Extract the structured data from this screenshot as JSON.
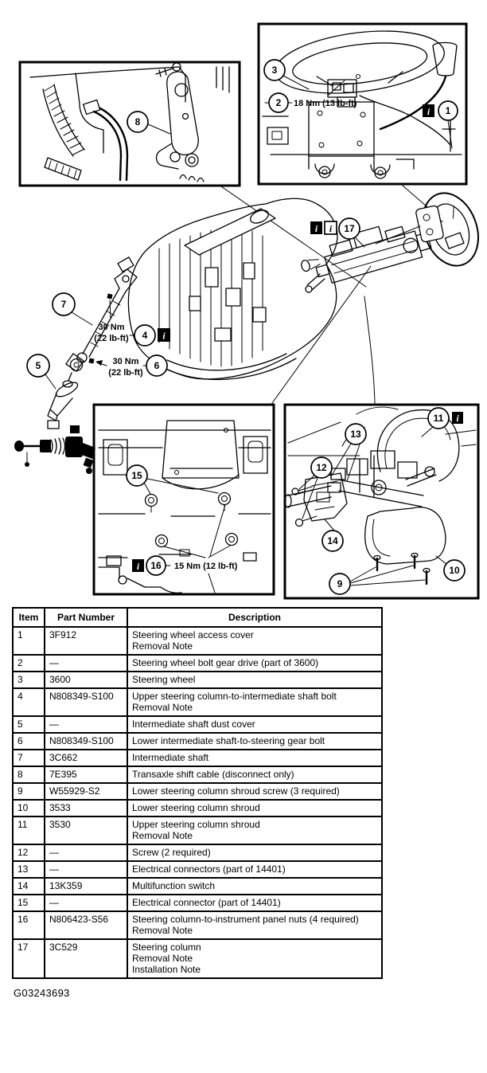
{
  "figure": {
    "footer_code": "G03243693",
    "info_icon_glyph": "i",
    "callouts": {
      "c1": "1",
      "c2": "2",
      "c3": "3",
      "c4": "4",
      "c5": "5",
      "c6": "6",
      "c7": "7",
      "c8": "8",
      "c9": "9",
      "c10": "10",
      "c11": "11",
      "c12": "12",
      "c13": "13",
      "c14": "14",
      "c15": "15",
      "c16": "16",
      "c17": "17"
    },
    "torques": {
      "wheel_bolt": "18 Nm (13 lb-ft)",
      "upper_int_l1": "30 Nm",
      "upper_int_l2": "(22 lb-ft)",
      "lower_int_l1": "30 Nm",
      "lower_int_l2": "(22 lb-ft)",
      "column_nuts": "15 Nm (12 lb-ft)"
    }
  },
  "table": {
    "headers": [
      "Item",
      "Part Number",
      "Description"
    ],
    "rows": [
      {
        "item": "1",
        "part": "3F912",
        "desc": [
          "Steering wheel access cover",
          "Removal Note"
        ]
      },
      {
        "item": "2",
        "part": "—",
        "desc": [
          "Steering wheel bolt gear drive (part of 3600)"
        ]
      },
      {
        "item": "3",
        "part": "3600",
        "desc": [
          "Steering wheel"
        ]
      },
      {
        "item": "4",
        "part": "N808349-S100",
        "desc": [
          "Upper steering column-to-intermediate shaft bolt",
          "Removal Note"
        ]
      },
      {
        "item": "5",
        "part": "—",
        "desc": [
          "Intermediate shaft dust cover"
        ]
      },
      {
        "item": "6",
        "part": "N808349-S100",
        "desc": [
          "Lower intermediate shaft-to-steering gear bolt"
        ]
      },
      {
        "item": "7",
        "part": "3C662",
        "desc": [
          "Intermediate shaft"
        ]
      },
      {
        "item": "8",
        "part": "7E395",
        "desc": [
          "Transaxle shift cable (disconnect only)"
        ]
      },
      {
        "item": "9",
        "part": "W55929-S2",
        "desc": [
          "Lower steering column shroud screw (3 required)"
        ]
      },
      {
        "item": "10",
        "part": "3533",
        "desc": [
          "Lower steering column shroud"
        ]
      },
      {
        "item": "11",
        "part": "3530",
        "desc": [
          "Upper steering column shroud",
          "Removal Note"
        ]
      },
      {
        "item": "12",
        "part": "—",
        "desc": [
          "Screw (2 required)"
        ]
      },
      {
        "item": "13",
        "part": "—",
        "desc": [
          "Electrical connectors (part of 14401)"
        ]
      },
      {
        "item": "14",
        "part": "13K359",
        "desc": [
          "Multifunction switch"
        ]
      },
      {
        "item": "15",
        "part": "—",
        "desc": [
          "Electrical connector (part of 14401)"
        ]
      },
      {
        "item": "16",
        "part": "N806423-S56",
        "desc": [
          "Steering column-to-instrument panel nuts (4 required)",
          "Removal Note"
        ]
      },
      {
        "item": "17",
        "part": "3C529",
        "desc": [
          "Steering column",
          "Removal Note",
          "Installation Note"
        ]
      }
    ]
  }
}
